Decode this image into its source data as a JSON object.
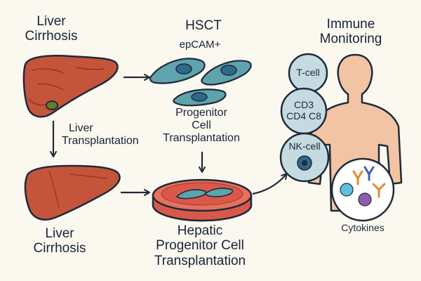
{
  "labels": {
    "cirrhosis_top": [
      "Liver",
      "Cirrhosis"
    ],
    "cirrhosis_bottom": [
      "Liver",
      "Cirrhosis"
    ],
    "hsct": "HSCT",
    "epcam": "epCAM+",
    "progenitor_transplant": [
      "Progenitor",
      "Cell",
      "Transplantation"
    ],
    "liver_transplant": [
      "Liver",
      "Transplantation"
    ],
    "hepatic_transplant": [
      "Hepatic",
      "Progenitor Cell",
      "Transplantation"
    ],
    "immune_monitoring": [
      "Immune",
      "Monitoring"
    ],
    "tcell": "T-cell",
    "cd_markers": [
      "CD3",
      "CD4 C8"
    ],
    "nkcell": "NK-cell",
    "cytokines": "Cytokines"
  },
  "icons": [
    "liver-icon",
    "stem-cell-icon",
    "petri-dish-icon",
    "human-body-icon",
    "t-cell-icon",
    "cd-marker-cell-icon",
    "nk-cell-icon",
    "cytokines-icon",
    "arrow-icon"
  ],
  "colors": {
    "liver": "#c4553a",
    "liver_shadow": "#9a3c27",
    "gallbladder": "#6b7a2e",
    "stem_cell": "#5fa3ad",
    "nucleus": "#2f6a8a",
    "dish_fill": "#d9584a",
    "body": "#f2c4a3",
    "immune_cell": "#c5dbe1",
    "outline": "#1f2a3a"
  }
}
